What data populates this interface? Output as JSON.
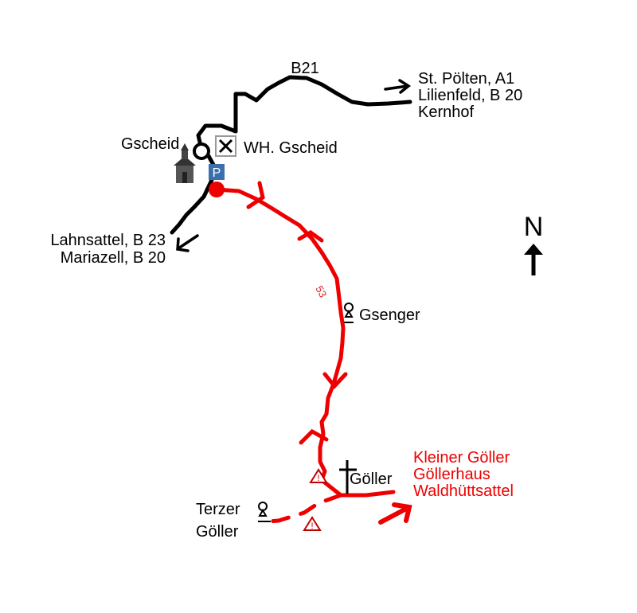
{
  "map": {
    "road_label": "B21",
    "destinations_ne": [
      "St. Pölten, A1",
      "Lilienfeld, B 20",
      "Kernhof"
    ],
    "destinations_sw": [
      "Lahnsattel, B 23",
      "Mariazell, B 20"
    ],
    "place_gscheid": "Gscheid",
    "inn_label": "WH. Gscheid",
    "parking_symbol": "P",
    "trail_number": "53",
    "peak_gsenger": "Gsenger",
    "summit_goller": "Göller",
    "terzer_lines": [
      "Terzer",
      "Göller"
    ],
    "continuation_lines": [
      "Kleiner Göller",
      "Göllerhaus",
      "Waldhüttsattel"
    ],
    "north_label": "N",
    "warning_symbol": "!"
  },
  "colors": {
    "road": "#000000",
    "route": "#ee0000",
    "parking": "#3a6fb0",
    "warning": "#c00000"
  },
  "icons": [
    "church-icon",
    "restaurant-icon",
    "parking-icon",
    "start-point-icon",
    "peak-icon",
    "summit-cross-icon",
    "warning-icon",
    "direction-arrow-icon",
    "north-arrow-icon"
  ]
}
